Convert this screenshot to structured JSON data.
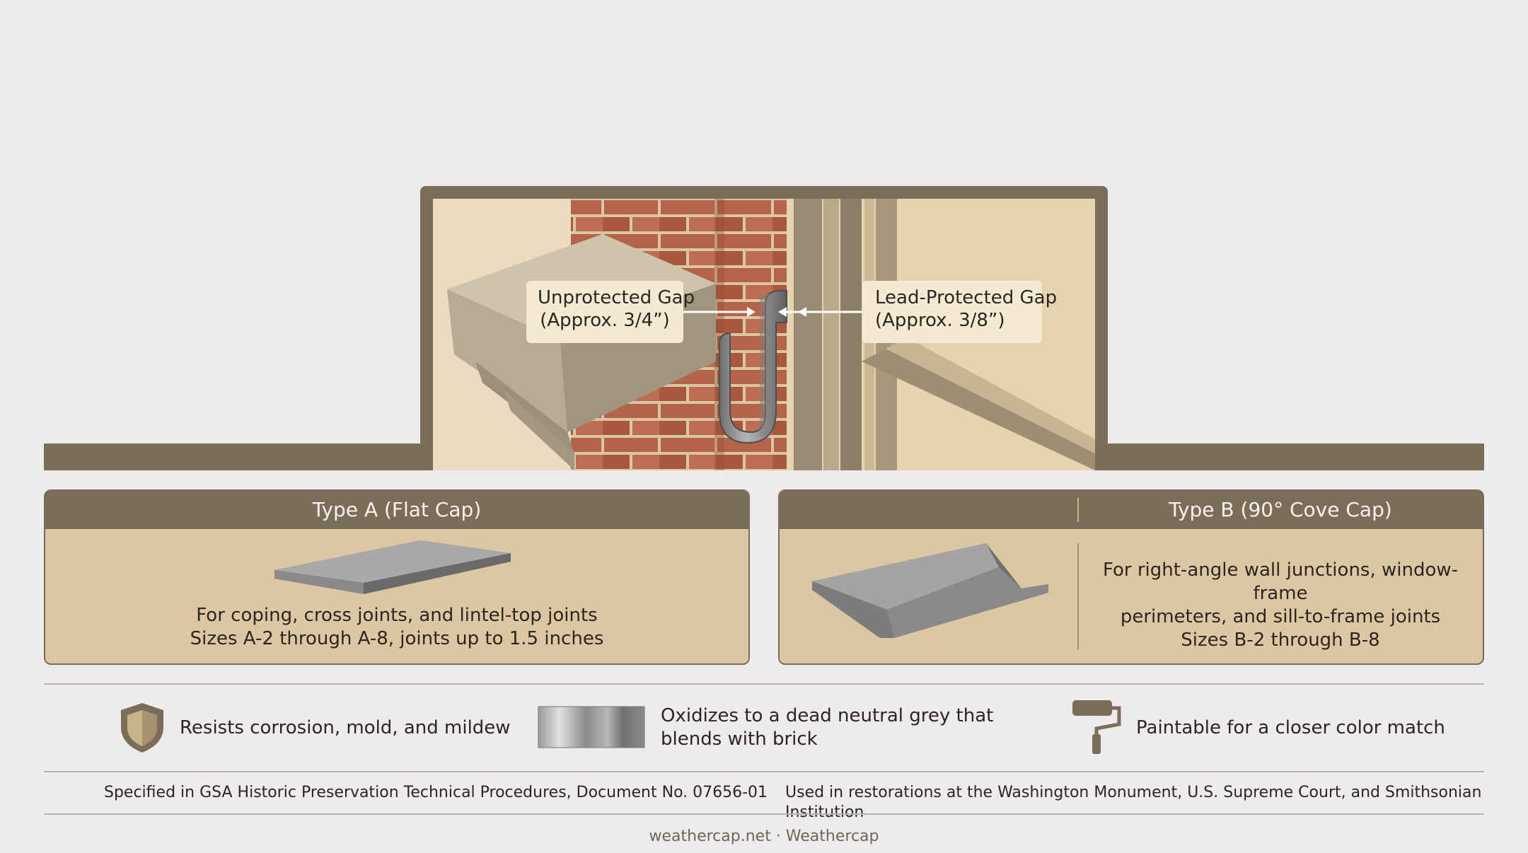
{
  "callouts": {
    "unprotected": {
      "line1": "Unprotected Gap",
      "line2": "(Approx. 3/4”)"
    },
    "protected": {
      "line1": "Lead-Protected Gap",
      "line2": "(Approx. 3/8”)"
    }
  },
  "card_a": {
    "title": "Type A (Flat Cap)",
    "line1": "For coping, cross joints, and lintel-top joints",
    "line2": "Sizes A-2 through A-8, joints up to 1.5 inches"
  },
  "card_b": {
    "title": "Type B (90° Cove Cap)",
    "line1": "For right-angle wall junctions, window-frame",
    "line2": "perimeters, and sill-to-frame joints",
    "line3": "Sizes B-2 through B-8"
  },
  "features": [
    {
      "icon": "shield-icon",
      "text": "Resists corrosion, mold, and mildew"
    },
    {
      "icon": "grey-swatch-icon",
      "line1": "Oxidizes to a dead neutral grey that",
      "line2": "blends with brick"
    },
    {
      "icon": "paint-roller-icon",
      "text": "Paintable for a closer color match"
    }
  ],
  "footnotes": {
    "left": "Specified in GSA Historic Preservation Technical Procedures, Document No. 07656-01",
    "right": "Used in restorations at the Washington Monument, U.S. Supreme Court, and Smithsonian Institution"
  },
  "brand": "weathercap.net · Weathercap",
  "colors": {
    "frame": "#7c6d5a",
    "card_fill": "#dcc7a2",
    "background": "#edebeb",
    "brick": "#b5644a"
  }
}
